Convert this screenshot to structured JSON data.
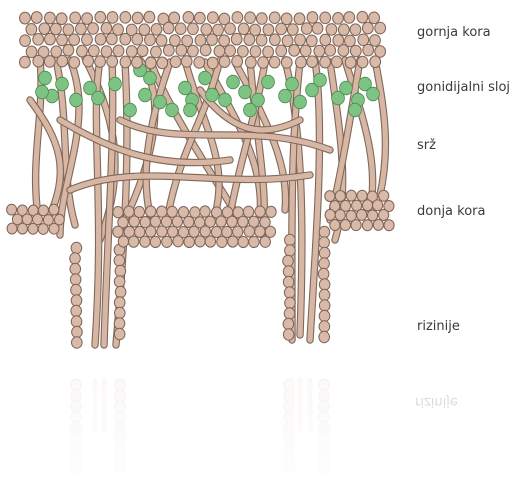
{
  "labels": {
    "upper_cortex": "gornja kora",
    "gonidial_layer": "gonidijalni sloj",
    "medulla": "srž",
    "lower_cortex": "donja kora",
    "rhizines": "rizinije"
  },
  "colors": {
    "cell_fill": "#d9b9a7",
    "cell_stroke": "#7d6457",
    "hypha_fill": "#d7b7a4",
    "hypha_stroke": "#7f685a",
    "alga_fill": "#7dc383",
    "alga_stroke": "#4b8a4f",
    "text": "#3a3a3a"
  }
}
